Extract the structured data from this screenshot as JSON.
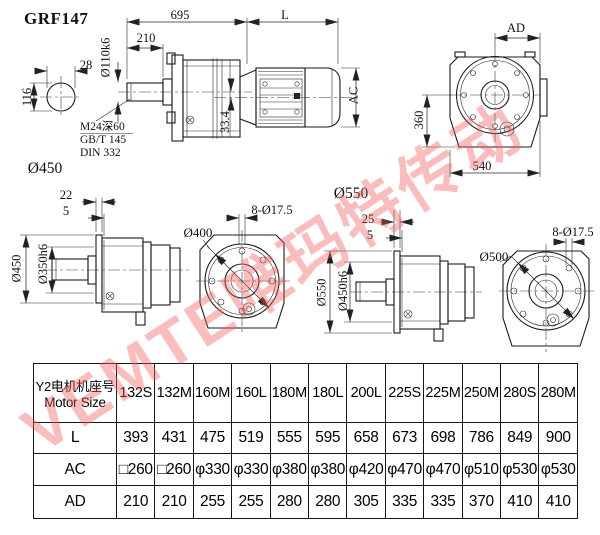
{
  "title": "GRF147",
  "watermark": {
    "text": "VEMTE唯玛特传动",
    "color_hint": "#f25a5a"
  },
  "drawings": {
    "shaft_section": {
      "key_width": "28",
      "shaft_height": "116",
      "shaft_dia": "Ø110k6",
      "thread_note": "M24深60",
      "standard_1": "GB/T 145",
      "standard_2": "DIN 332"
    },
    "side_view": {
      "gear_unit_length": "695",
      "motor_length_dim": "L",
      "shaft_length": "210",
      "center_offset": "33.4",
      "motor_dia_dim": "AC"
    },
    "rear_view": {
      "top_dim": "AD",
      "center_height": "360",
      "width": "540"
    },
    "flange_450": {
      "section_label": "Ø450",
      "flange_thickness": "22",
      "recess": "5",
      "flange_dia": "Ø450",
      "spigot_dia": "Ø350h6",
      "bolt_circle_dia": "Ø400",
      "bolt_holes": "8-Ø17.5"
    },
    "flange_550": {
      "section_label": "Ø550",
      "flange_thickness": "25",
      "recess": "5",
      "flange_dia": "Ø550",
      "spigot_dia": "Ø450h6",
      "bolt_circle_dia": "Ø500",
      "bolt_holes": "8-Ø17.5"
    }
  },
  "table": {
    "header_cn": "Y2电机机座号",
    "header_en": "Motor Size",
    "columns": [
      "132S",
      "132M",
      "160M",
      "160L",
      "180M",
      "180L",
      "200L",
      "225S",
      "225M",
      "250M",
      "280S",
      "280M"
    ],
    "rows": [
      {
        "label": "L",
        "values": [
          "393",
          "431",
          "475",
          "519",
          "555",
          "595",
          "658",
          "673",
          "698",
          "786",
          "849",
          "900"
        ]
      },
      {
        "label": "AC",
        "values": [
          "□260",
          "□260",
          "φ330",
          "φ330",
          "φ380",
          "φ380",
          "φ420",
          "φ470",
          "φ470",
          "φ510",
          "φ530",
          "φ530"
        ]
      },
      {
        "label": "AD",
        "values": [
          "210",
          "210",
          "255",
          "255",
          "280",
          "280",
          "305",
          "335",
          "335",
          "370",
          "410",
          "410"
        ]
      }
    ]
  }
}
